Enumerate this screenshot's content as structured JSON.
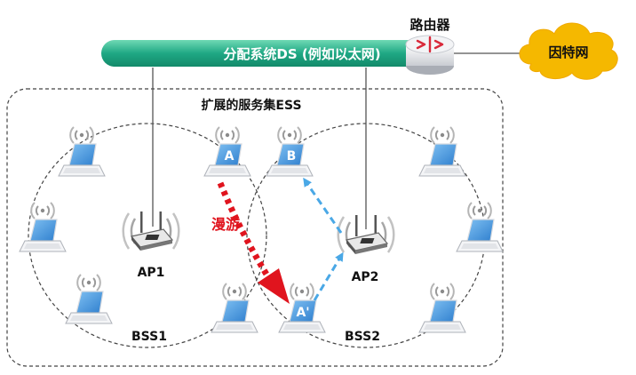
{
  "labels": {
    "router": "路由器",
    "internet": "因特网",
    "ds": "分配系统DS (例如以太网)",
    "ess": "扩展的服务集ESS",
    "roam": "漫游",
    "ap1": "AP1",
    "ap2": "AP2",
    "bss1": "BSS1",
    "bss2": "BSS2",
    "laptop_a": "A",
    "laptop_b": "B",
    "laptop_a2": "A'"
  },
  "colors": {
    "ds_bar": "#1fa884",
    "ds_bar_light": "#5fcfa8",
    "cloud": "#f5b800",
    "roam_arrow": "#e0141e",
    "comm_arrow": "#4aa8e6",
    "laptop_screen": "#3c8ed8",
    "router": "#e9eaec",
    "router_arrow": "#d9293a"
  },
  "icons": {
    "router": "router-icon",
    "internet": "cloud-icon",
    "ap": "wireless-ap-icon",
    "laptop": "laptop-icon"
  }
}
